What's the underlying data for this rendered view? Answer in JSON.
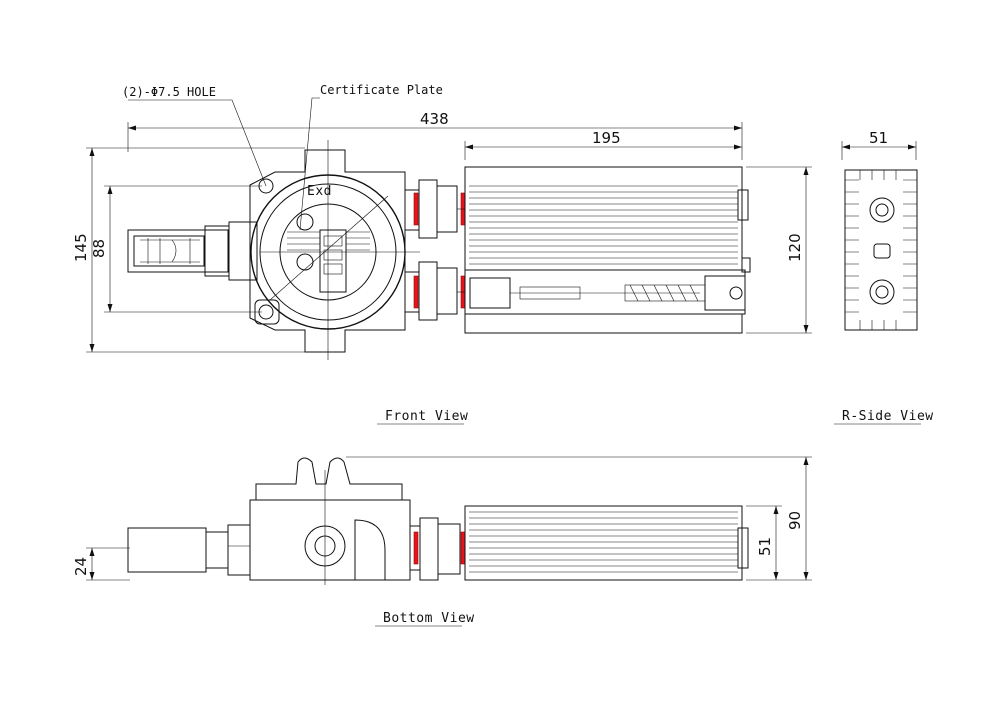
{
  "callouts": {
    "hole": "(2)-Φ7.5 HOLE",
    "plate": "Certificate Plate",
    "exd": "Exd"
  },
  "views": {
    "front": "Front View",
    "side": "R-Side View",
    "bottom": "Bottom View"
  },
  "dimensions": {
    "overall_length": "438",
    "sensor_length": "195",
    "height_total": "145",
    "hole_spacing": "88",
    "sensor_height": "120",
    "side_width": "51",
    "bottom_depth": "90",
    "bottom_sensor_depth": "51",
    "bottom_offset": "24"
  }
}
